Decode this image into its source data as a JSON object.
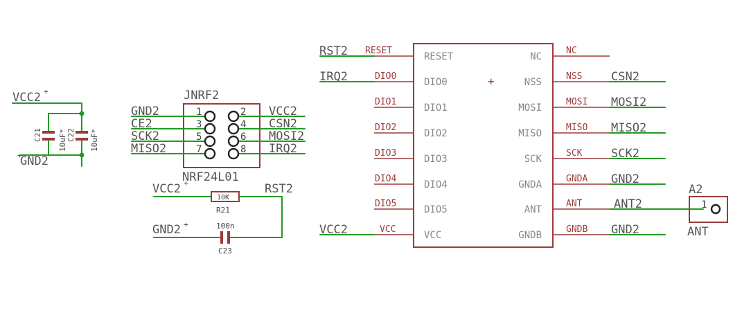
{
  "nets": {
    "vcc2": "VCC2",
    "gnd2": "GND2",
    "rst2": "RST2",
    "irq2": "IRQ2",
    "ce2": "CE2",
    "sck2": "SCK2",
    "miso2": "MISO2",
    "csn2": "CSN2",
    "mosi2": "MOSI2",
    "ant2": "ANT2"
  },
  "caps": {
    "c21": "C21",
    "c22": "C22",
    "value": "10uF*"
  },
  "connector": {
    "name": "JNRF2",
    "value": "NRF24L01",
    "pins": [
      "1",
      "2",
      "3",
      "4",
      "5",
      "6",
      "7",
      "8"
    ]
  },
  "resistor": {
    "name": "R21",
    "value": "10K"
  },
  "cap23": {
    "name": "C23",
    "value": "100n"
  },
  "module": {
    "left_pins": [
      "RESET",
      "DIO0",
      "DIO1",
      "DIO2",
      "DIO3",
      "DIO4",
      "DIO5",
      "VCC"
    ],
    "right_pins": [
      "NC",
      "NSS",
      "MOSI",
      "MISO",
      "SCK",
      "GNDA",
      "ANT",
      "GNDB"
    ],
    "origin_mark": "+"
  },
  "antenna": {
    "name": "A2",
    "value": "ANT",
    "pin": "1"
  }
}
